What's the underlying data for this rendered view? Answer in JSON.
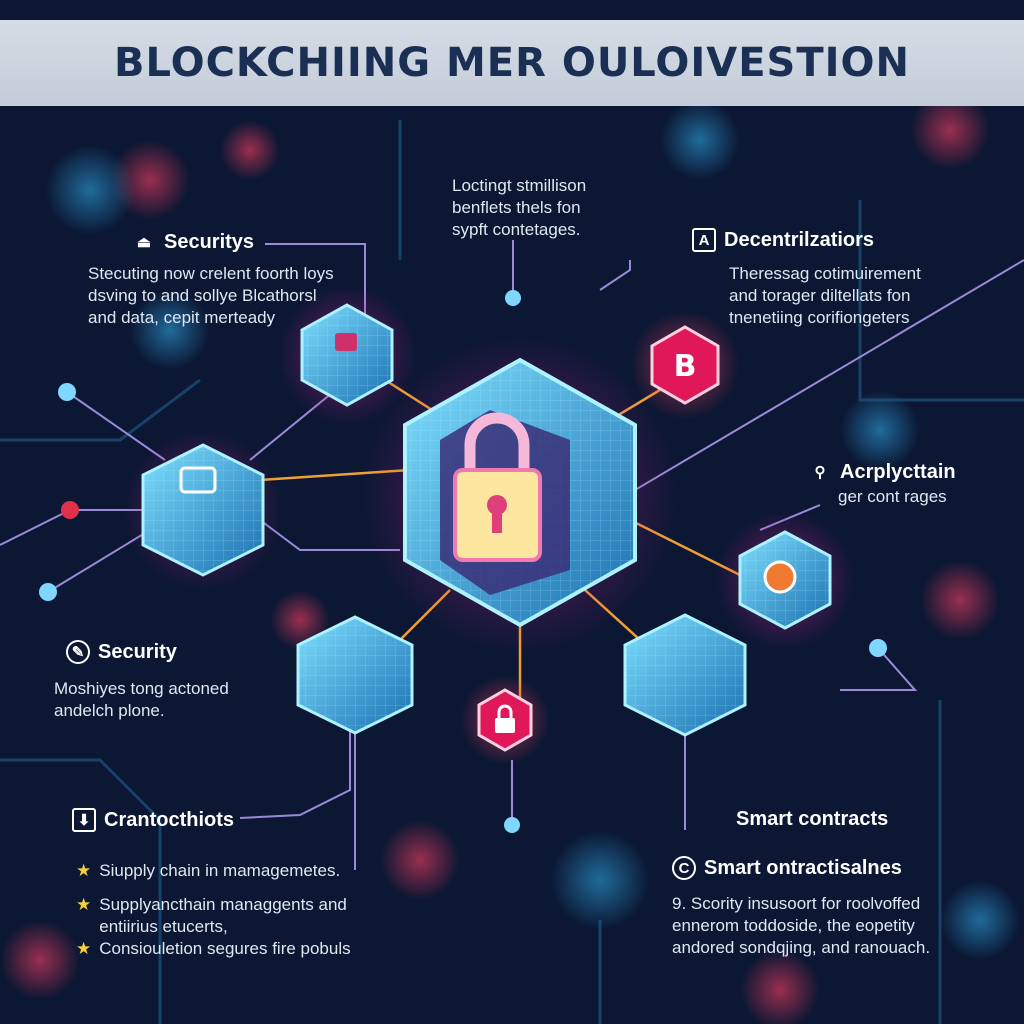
{
  "title": "BLOCKCHIING MER OULOIVESTION",
  "colors": {
    "background": "#0a1630",
    "header": "#cdd5e0",
    "title": "#1b2f55",
    "cube": "#4fc3f7",
    "accent_pink": "#e0185a",
    "line_orange": "#f0a030"
  },
  "top_note": [
    "Loctingt stmillison",
    "benflets thels fon",
    "sypft contetages."
  ],
  "sections": {
    "securitys": {
      "icon": "user-badge-icon",
      "heading": "Securitys",
      "lines": [
        "Stecuting now crelent foorth loys",
        "dsving to and sollye Blcathorsl",
        "and data, cepit merteady"
      ]
    },
    "decentralization": {
      "icon": "A",
      "heading": "Decentrilzatiors",
      "lines": [
        "Theressag cotimuirement",
        "and torager diltellats fon",
        "tnenetiing corifiongeters"
      ]
    },
    "acrplycttain": {
      "icon": "person-icon",
      "heading": "Acrplycttain",
      "lines": [
        "ger cont rages"
      ]
    },
    "security": {
      "icon": "shield-check-icon",
      "heading": "Security",
      "lines": [
        "Moshiyes tong actoned",
        "andelch plone."
      ]
    },
    "crantocthiots": {
      "icon": "download-icon",
      "heading": "Crantocthiots",
      "bullets": [
        "Siupply chain in mamagemetes.",
        "Supplyancthain managgents and entiirius etucerts,",
        "Consiouletion segures fire pobuls"
      ]
    },
    "smart_contracts": {
      "heading": "Smart contracts"
    },
    "smart_ontract": {
      "icon": "C",
      "heading": "Smart ontractisalnes",
      "lines": [
        "9. Scority insusoort for roolvoffed",
        "ennerom toddoside, the eopetity",
        "andored sondqjing, and ranouach."
      ]
    }
  },
  "badges": {
    "bitcoin": "B"
  }
}
